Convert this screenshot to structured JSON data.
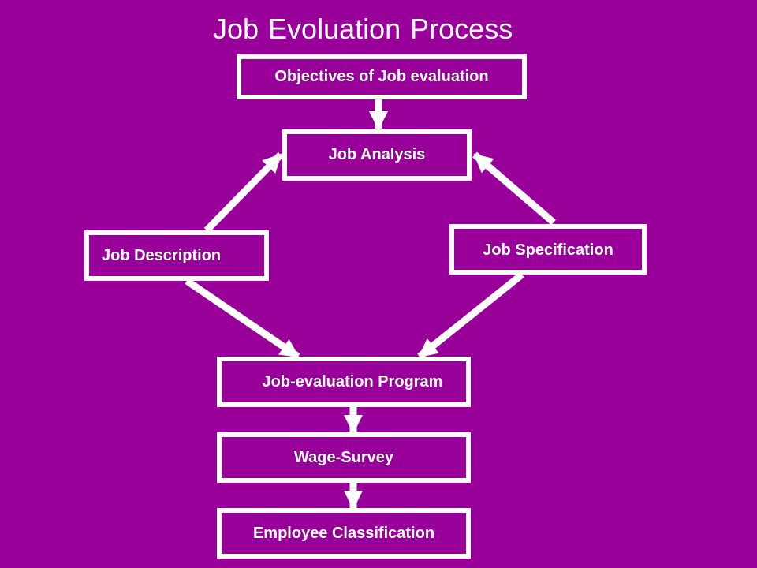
{
  "title": "Job Evoluation  Process",
  "nodes": {
    "objectives": "Objectives of Job evaluation",
    "job_analysis": "Job Analysis",
    "job_description": "Job Description",
    "job_specification": "Job Specification",
    "evaluation_program": "Job-evaluation Program",
    "wage_survey": "Wage-Survey",
    "employee_classification": "Employee Classification"
  },
  "colors": {
    "background": "#990099",
    "foreground": "#ffffff"
  }
}
